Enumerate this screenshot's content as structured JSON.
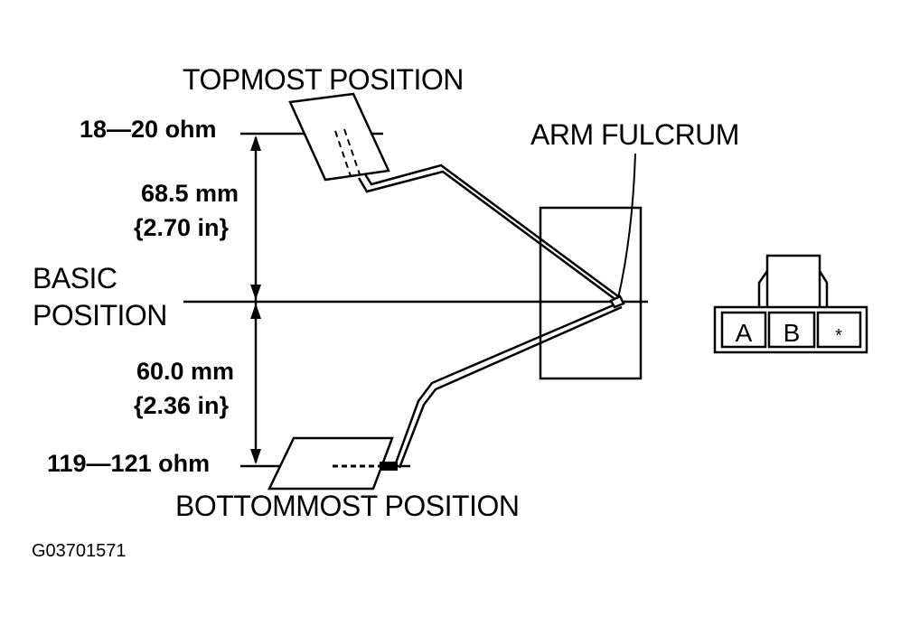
{
  "labels": {
    "topmost": "TOPMOST POSITION",
    "bottommost": "BOTTOMMOST POSITION",
    "arm_fulcrum": "ARM FULCRUM",
    "basic_line1": "BASIC",
    "basic_line2": "POSITION",
    "top_resistance": "18—20 ohm",
    "bottom_resistance": "119—121 ohm",
    "upper_mm": "68.5 mm",
    "upper_in": "{2.70 in}",
    "lower_mm": "60.0 mm",
    "lower_in": "{2.36 in}",
    "figure_id": "G03701571"
  },
  "connector": {
    "terminals": [
      "A",
      "B",
      "*"
    ]
  },
  "colors": {
    "ink": "#000000",
    "paper": "#ffffff"
  }
}
